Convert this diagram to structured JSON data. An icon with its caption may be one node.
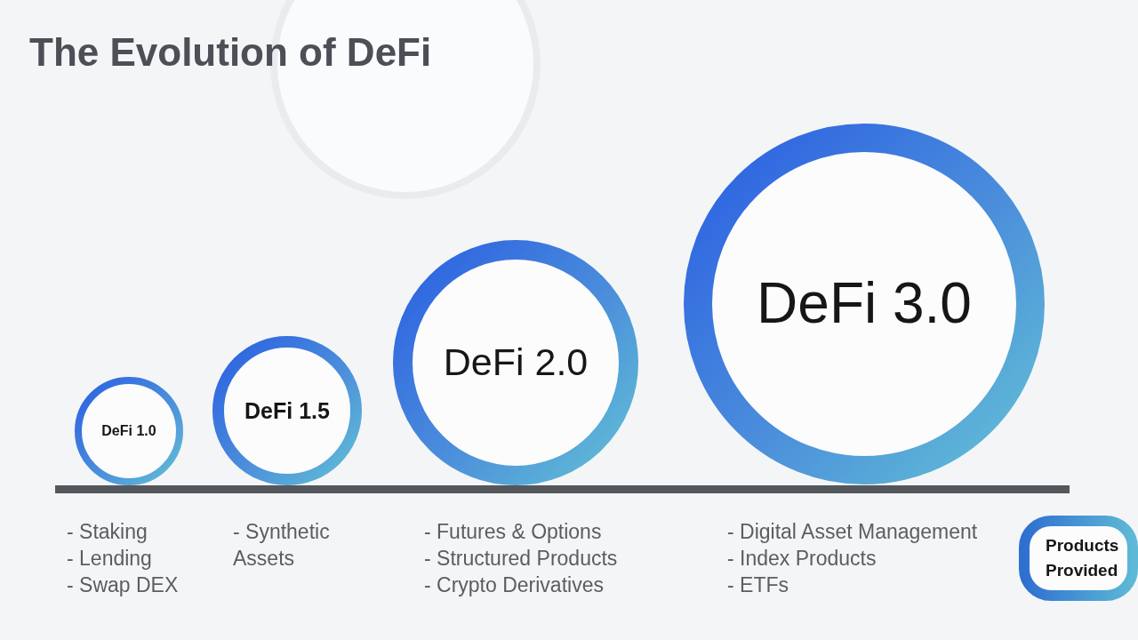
{
  "diagram": {
    "title": "The Evolution of DeFi",
    "nodes": [
      {
        "text": [
          "DeFi 1.0"
        ],
        "beside": [
          "- Staking",
          "- Lending",
          "- Swap DEX"
        ]
      },
      {
        "text": [
          "DeFi 1.5"
        ],
        "beside": [
          "- Synthetic Assets"
        ]
      },
      {
        "text": [
          "DeFi 2.0"
        ],
        "beside": [
          "- Futures & Options",
          "- Structured Products",
          "- Crypto Derivatives"
        ]
      },
      {
        "text": [
          "DeFi 3.0"
        ],
        "beside": [
          "- Digital Asset Management",
          "- Index Products",
          "- ETFs"
        ]
      },
      {
        "text": [
          "Products Provided"
        ]
      }
    ]
  }
}
